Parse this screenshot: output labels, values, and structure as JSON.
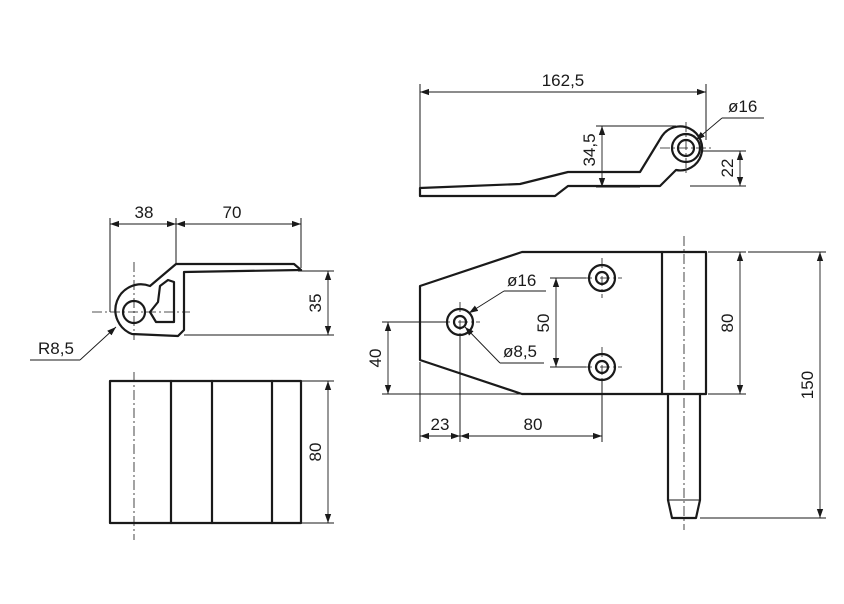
{
  "dimensions": {
    "top_length": "162,5",
    "top_hole_dia": "ø16",
    "top_height": "34,5",
    "top_offset": "22",
    "left_width_a": "38",
    "left_width_b": "70",
    "left_height": "35",
    "left_radius": "R8,5",
    "left_front_height": "80",
    "main_hole_outer": "ø16",
    "main_hole_inner": "ø8,5",
    "main_hole_spacing": "50",
    "main_height": "80",
    "main_offset": "40",
    "main_x_offset": "23",
    "main_x_length": "80",
    "total_height": "150"
  }
}
